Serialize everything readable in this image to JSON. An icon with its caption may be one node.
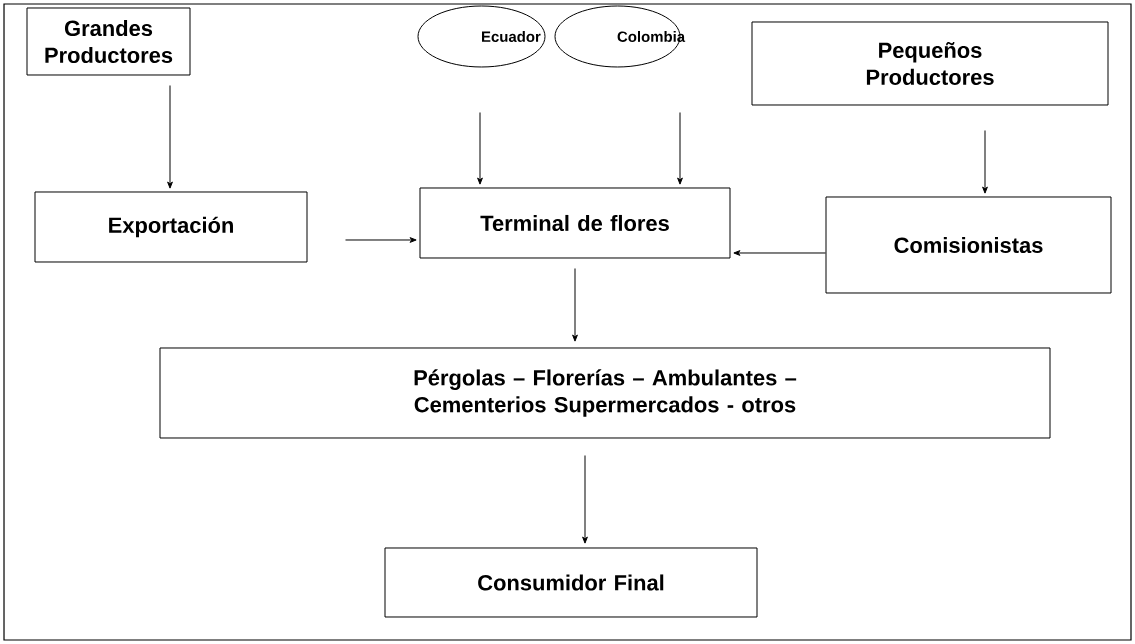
{
  "diagram": {
    "nodes": [
      {
        "text": [
          "Grandes Productores"
        ]
      },
      {
        "text": [
          "Ecuador"
        ]
      },
      {
        "text": [
          "Colombia"
        ]
      },
      {
        "text": [
          "Pequeños Productores"
        ]
      },
      {
        "text": [
          "Exportación"
        ]
      },
      {
        "text": [
          "Terminal de flores"
        ]
      },
      {
        "text": [
          "Comisionistas"
        ]
      },
      {
        "text": [
          "Pérgolas – Florerías – Ambulantes – Cementerios Supermercados - otros"
        ]
      },
      {
        "text": [
          "Consumidor Final"
        ]
      }
    ],
    "edges": [
      {
        "from": 0,
        "to": 4,
        "arrow": "to"
      },
      {
        "from": 1,
        "to": 5,
        "arrow": "to"
      },
      {
        "from": 2,
        "to": 5,
        "arrow": "to"
      },
      {
        "from": 3,
        "to": 6,
        "arrow": "to"
      },
      {
        "from": 4,
        "to": 5,
        "arrow": "to"
      },
      {
        "from": 6,
        "to": 5,
        "arrow": "to"
      },
      {
        "from": 5,
        "to": 7,
        "arrow": "to"
      },
      {
        "from": 7,
        "to": 8,
        "arrow": "to"
      }
    ]
  }
}
